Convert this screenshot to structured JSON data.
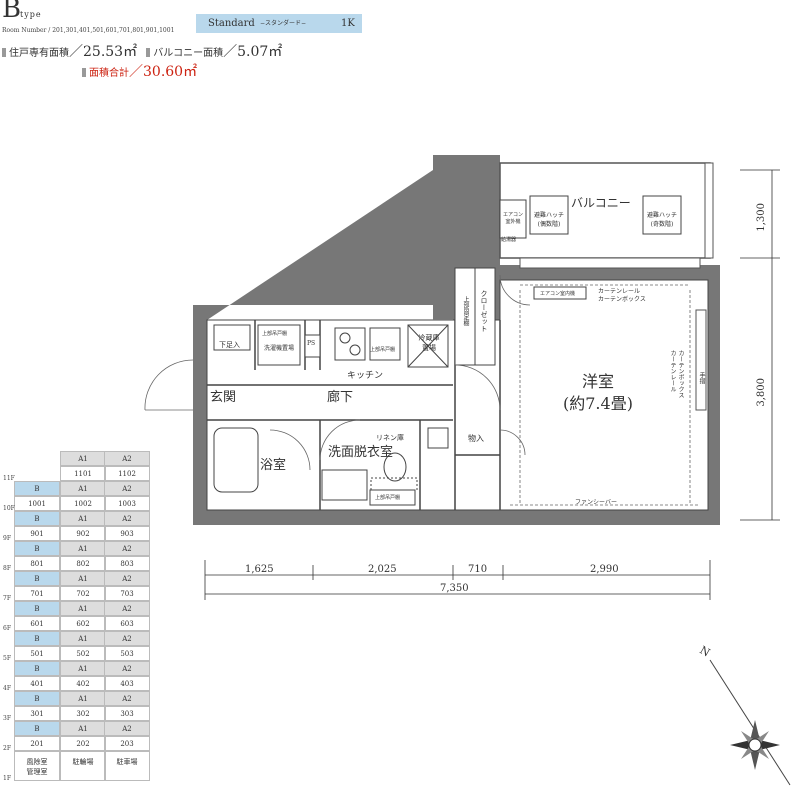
{
  "header": {
    "type_letter": "B",
    "type_word": "type",
    "room_numbers": "Room Number / 201,301,401,501,601,701,801,901,1001",
    "plan_name": "Standard",
    "plan_sub": "−スタンダード−",
    "plan_layout": "1K",
    "private_area_label": "住戸専有面積",
    "private_area_value": "／25.53㎡",
    "balcony_label": "バルコニー面積",
    "balcony_value": "／5.07㎡",
    "total_label": "面積合計",
    "total_value": "／30.60㎡"
  },
  "rooms": {
    "western": "洋室",
    "western_size": "(約7.4畳)",
    "balcony": "バルコニー",
    "entrance": "玄関",
    "corridor": "廊下",
    "kitchen": "キッチン",
    "bath": "浴室",
    "washroom": "洗面脱衣室",
    "storage": "物入",
    "closet": "クローゼット",
    "shoes": "下足入",
    "washer": "洗濯機置場",
    "fridge": "冷蔵庫置場",
    "linen": "リネン庫",
    "ps": "PS",
    "upper_cabinet": "上部吊戸棚",
    "upper_shelf": "上部吊戸棚",
    "upper_fixed_shelf": "上部固定棚",
    "ac_indoor": "エアコン室内機",
    "curtain_rail": "カーテンレール",
    "curtain_box": "カーテンボックス",
    "curtain_rail_v": "カーテンレール",
    "curtain_box_v": "カーテンボックス",
    "handrail": "手摺",
    "fancy_bar": "ファンシーバー",
    "ac_outdoor": "エアコン室外機",
    "water_heater": "給湯器",
    "hatch_even": "避難ハッチ(偶数階)",
    "hatch_odd": "避難ハッチ(奇数階)",
    "upper_cabinet_wash": "上部吊戸棚"
  },
  "dimensions": {
    "d1": "1,625",
    "d2": "2,025",
    "d3": "710",
    "d4": "2,990",
    "total": "7,350",
    "v1": "1,300",
    "v2": "3,800"
  },
  "compass": {
    "north": "N"
  },
  "floors": [
    {
      "floor": "11F",
      "cells": [
        "",
        "1101",
        "1102"
      ],
      "types": [
        "",
        "A1",
        "A2"
      ]
    },
    {
      "floor": "10F",
      "cells": [
        "1001",
        "1002",
        "1003"
      ],
      "types": [
        "B",
        "A1",
        "A2"
      ]
    },
    {
      "floor": "9F",
      "cells": [
        "901",
        "902",
        "903"
      ],
      "types": [
        "B",
        "A1",
        "A2"
      ]
    },
    {
      "floor": "8F",
      "cells": [
        "801",
        "802",
        "803"
      ],
      "types": [
        "B",
        "A1",
        "A2"
      ]
    },
    {
      "floor": "7F",
      "cells": [
        "701",
        "702",
        "703"
      ],
      "types": [
        "B",
        "A1",
        "A2"
      ]
    },
    {
      "floor": "6F",
      "cells": [
        "601",
        "602",
        "603"
      ],
      "types": [
        "B",
        "A1",
        "A2"
      ]
    },
    {
      "floor": "5F",
      "cells": [
        "501",
        "502",
        "503"
      ],
      "types": [
        "B",
        "A1",
        "A2"
      ]
    },
    {
      "floor": "4F",
      "cells": [
        "401",
        "402",
        "403"
      ],
      "types": [
        "B",
        "A1",
        "A2"
      ]
    },
    {
      "floor": "3F",
      "cells": [
        "301",
        "302",
        "303"
      ],
      "types": [
        "B",
        "A1",
        "A2"
      ]
    },
    {
      "floor": "2F",
      "cells": [
        "201",
        "202",
        "203"
      ],
      "types": [
        "B",
        "A1",
        "A2"
      ]
    },
    {
      "floor": "1F",
      "cells": [
        "風除室\n管理室",
        "駐輪場",
        "駐車場"
      ],
      "types": []
    }
  ]
}
